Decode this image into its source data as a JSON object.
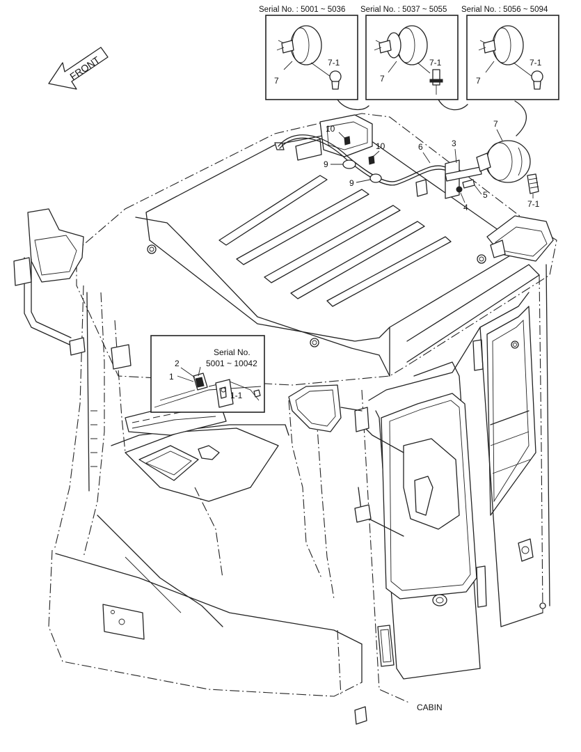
{
  "diagram": {
    "serial_ranges": [
      "Serial No. : 5001 ~ 5036",
      "Serial No. : 5037 ~ 5055",
      "Serial No. : 5056 ~ 5094"
    ],
    "front_label": "FRONT",
    "cabin_label": "CABIN",
    "inset_serial": [
      "Serial No.",
      "5001 ~ 10042"
    ],
    "part_labels": {
      "p1": "1",
      "p1_1": "1-1",
      "p2": "2",
      "p3": "3",
      "p4": "4",
      "p5": "5",
      "p6": "6",
      "p7": "7",
      "p7_1": "7-1",
      "p9": "9",
      "p10": "10"
    }
  }
}
